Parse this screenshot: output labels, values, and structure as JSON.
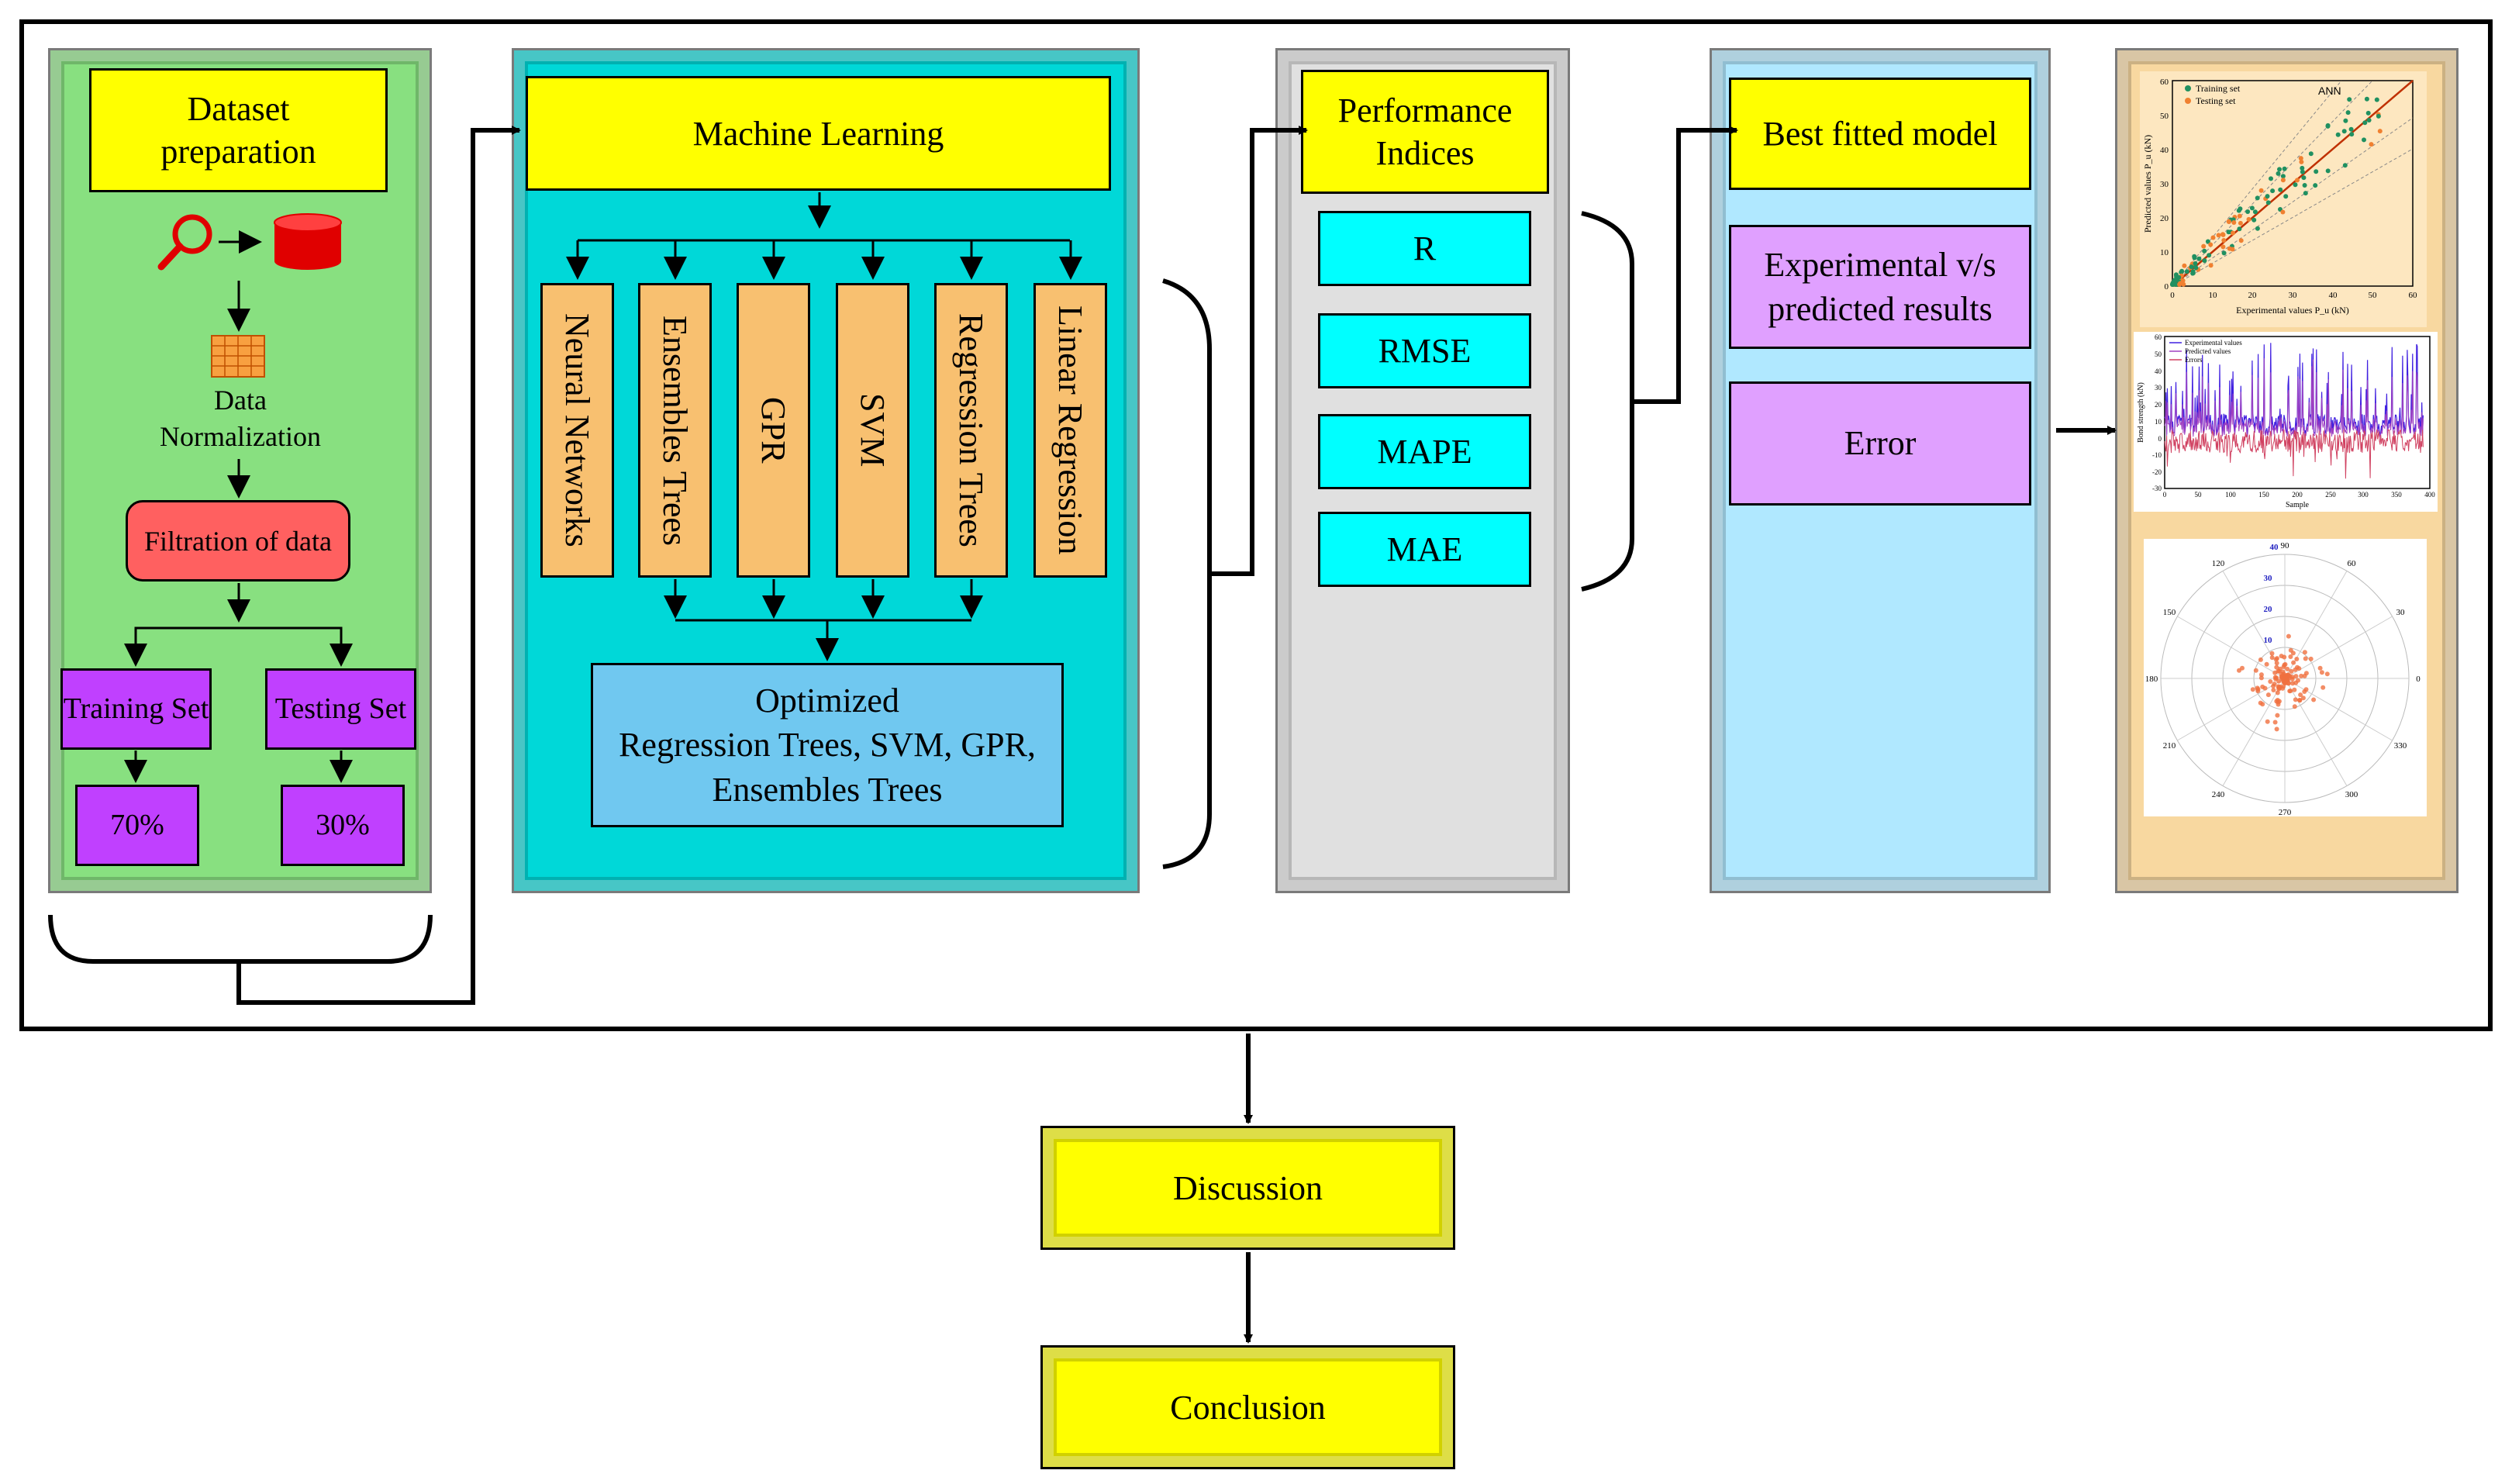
{
  "dataset": {
    "title": "Dataset preparation",
    "normalization": "Data Normalization",
    "filtration": "Filtration of data",
    "training": "Training Set",
    "testing": "Testing Set",
    "train_pct": "70%",
    "test_pct": "30%",
    "icons": [
      "search-icon",
      "database-icon",
      "grid-table-icon"
    ],
    "colors": {
      "panel": "#88e080",
      "filtration": "#ff6060",
      "split": "#c040ff"
    }
  },
  "ml": {
    "title": "Machine Learning",
    "models": [
      "Neural Networks",
      "Ensembles Trees",
      "GPR",
      "SVM",
      "Regression Trees",
      "Linear Regression"
    ],
    "optimized": [
      "Optimized",
      "Regression Trees, SVM, GPR,",
      "Ensembles Trees"
    ],
    "colors": {
      "panel": "#00d8d8",
      "model": "#f8c070",
      "optimized": "#70c8f0"
    }
  },
  "performance": {
    "title": "Performance Indices",
    "indices": [
      "R",
      "RMSE",
      "MAPE",
      "MAE"
    ],
    "colors": {
      "panel": "#e0e0e0",
      "index": "#00ffff"
    }
  },
  "best": {
    "title": "Best fitted model",
    "items": [
      "Experimental v/s predicted results",
      "Error"
    ],
    "colors": {
      "panel": "#b0e8ff",
      "item": "#e0a0ff"
    }
  },
  "results": {
    "scatter": {
      "legend": [
        "Training set",
        "Testing set"
      ],
      "title": "ANN",
      "xlabel": "Experimental values P_u (kN)",
      "ylabel": "Predicted values P_u (kN)",
      "ticks": [
        "0",
        "10",
        "20",
        "30",
        "40",
        "50",
        "60"
      ]
    },
    "line": {
      "legend": [
        "Experimental values",
        "Predicted values",
        "Errors"
      ],
      "xlabel": "Sample",
      "ylabel": "Bond strength (kN)",
      "xticks": [
        "0",
        "50",
        "100",
        "150",
        "200",
        "250",
        "300",
        "350",
        "400"
      ],
      "yticks": [
        "60",
        "50",
        "40",
        "30",
        "20",
        "10",
        "0",
        "-10",
        "-20",
        "-30"
      ]
    },
    "polar": {
      "angles": [
        "90",
        "60",
        "30",
        "0",
        "330",
        "300",
        "270",
        "240",
        "210",
        "180",
        "150",
        "120"
      ],
      "radii": [
        "10",
        "20",
        "30",
        "40"
      ]
    },
    "colors": {
      "panel": "#f8d8a0"
    }
  },
  "discussion": "Discussion",
  "conclusion": "Conclusion"
}
